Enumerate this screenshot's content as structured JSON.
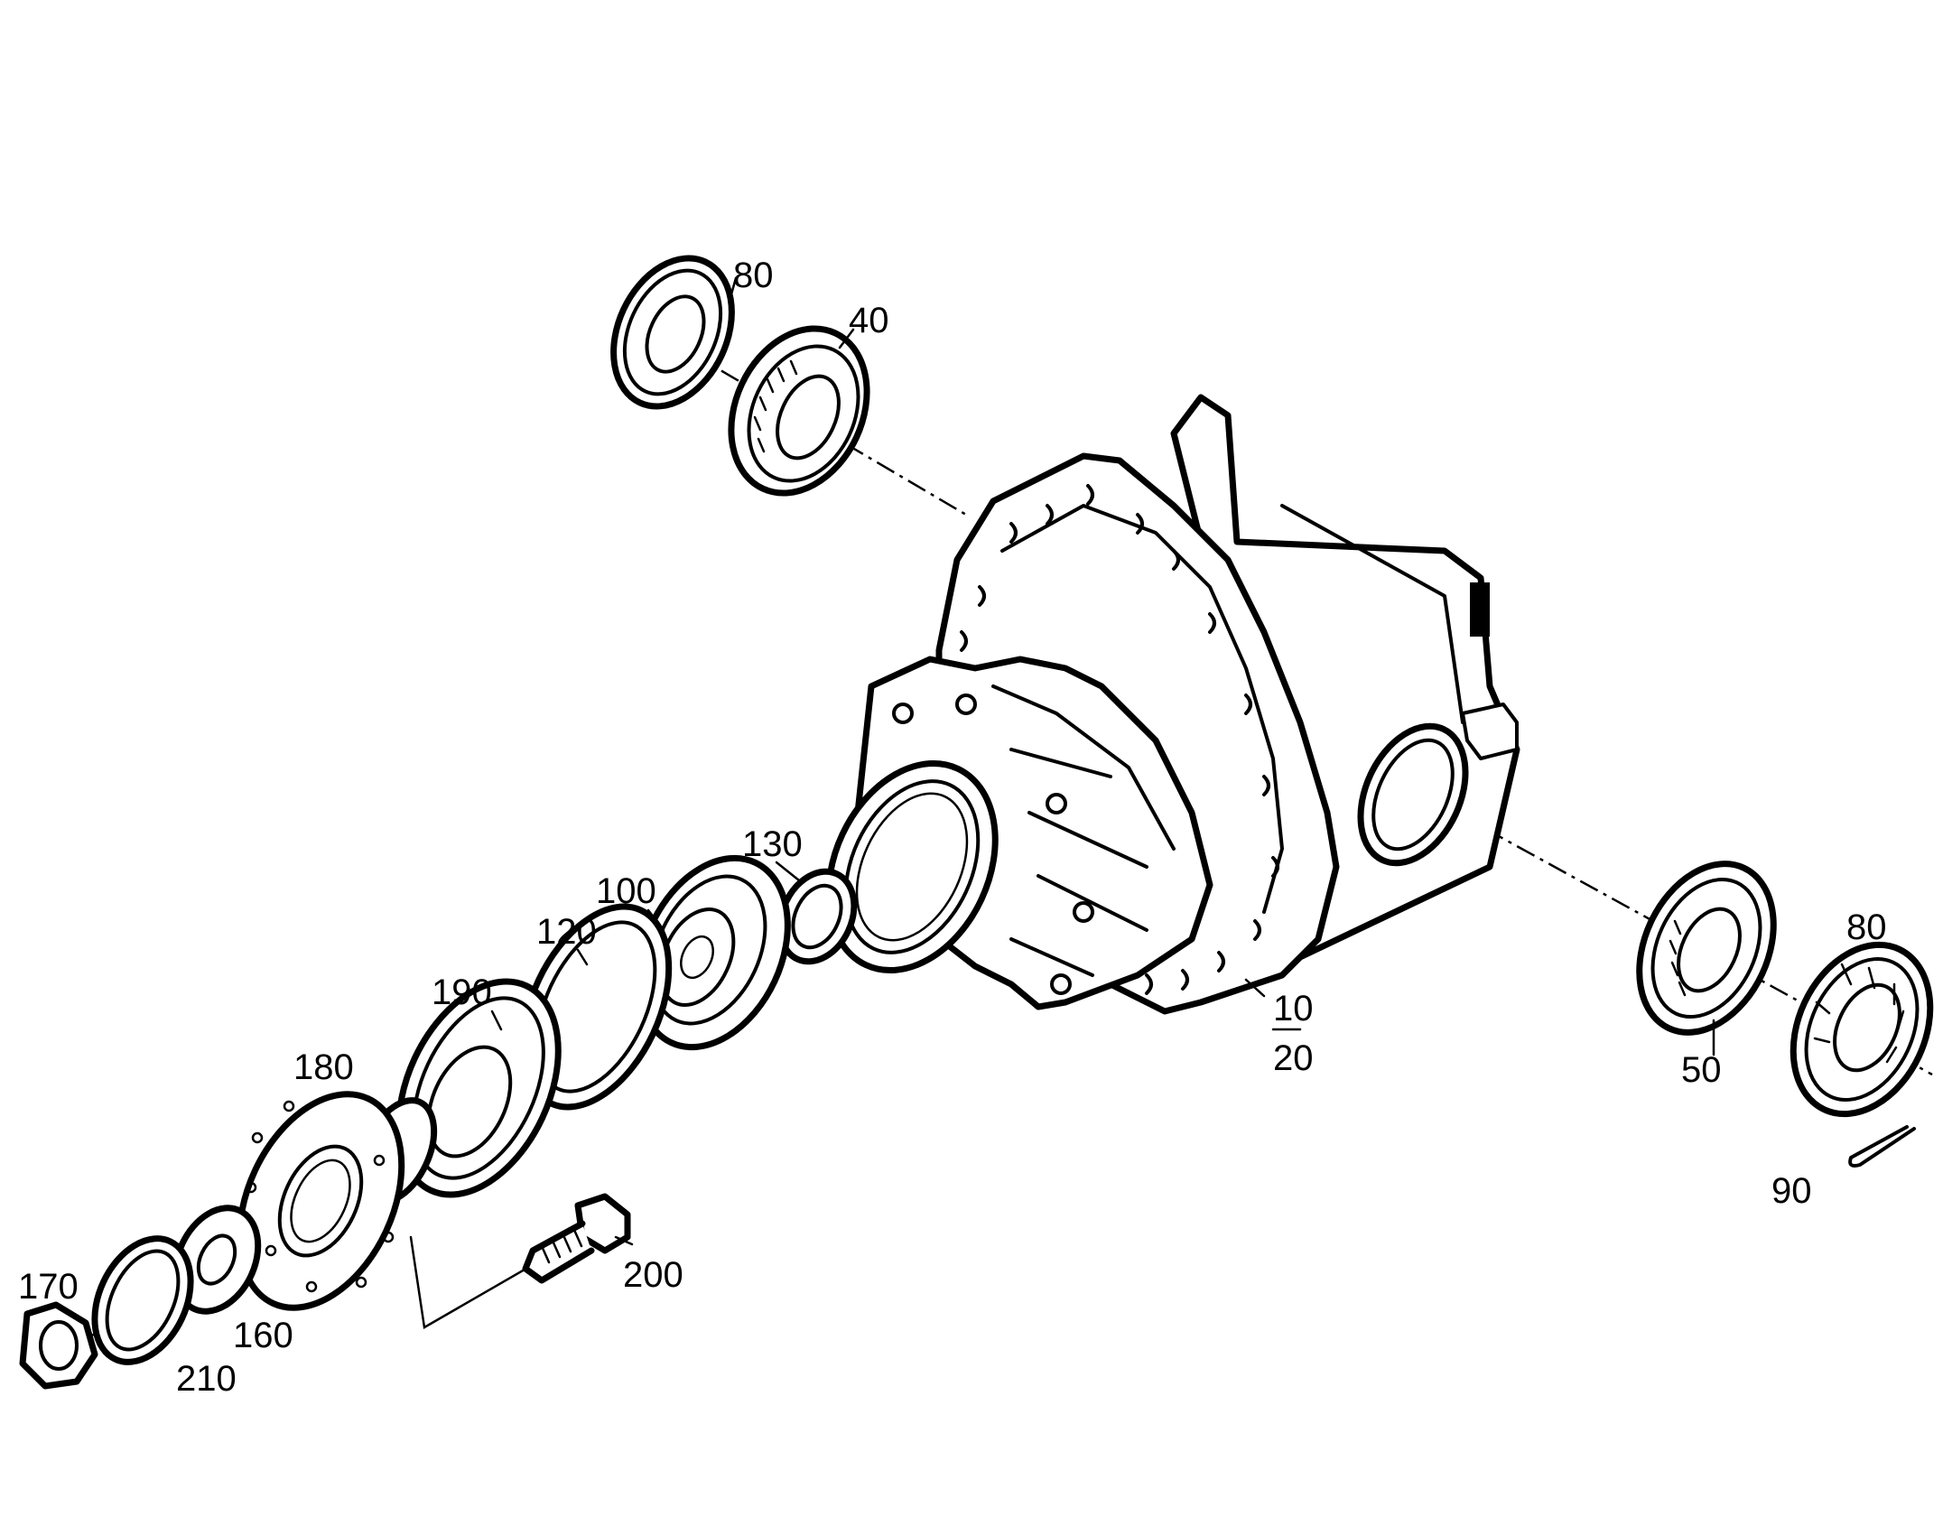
{
  "diagram": {
    "type": "exploded-parts-drawing",
    "callouts": [
      {
        "id": "80",
        "label": "80"
      },
      {
        "id": "40",
        "label": "40"
      },
      {
        "id": "130",
        "label": "130"
      },
      {
        "id": "100",
        "label": "100"
      },
      {
        "id": "120",
        "label": "120"
      },
      {
        "id": "190",
        "label": "190"
      },
      {
        "id": "180",
        "label": "180"
      },
      {
        "id": "170",
        "label": "170"
      },
      {
        "id": "160",
        "label": "160"
      },
      {
        "id": "210",
        "label": "210"
      },
      {
        "id": "200",
        "label": "200"
      },
      {
        "id": "10",
        "label": "10"
      },
      {
        "id": "20",
        "label": "20"
      },
      {
        "id": "50",
        "label": "50"
      },
      {
        "id": "80b",
        "label": "80"
      },
      {
        "id": "90",
        "label": "90"
      }
    ]
  }
}
